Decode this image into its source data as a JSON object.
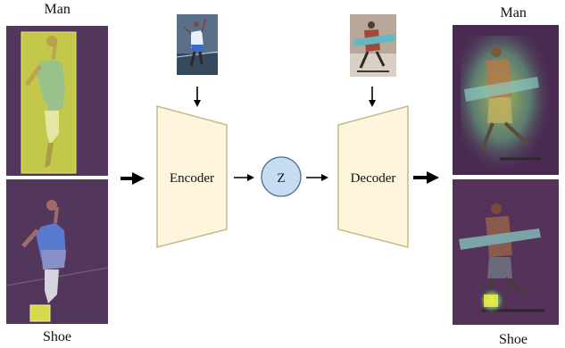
{
  "left_panel": {
    "top_label": "Man",
    "bottom_label": "Shoe"
  },
  "right_panel": {
    "top_label": "Man",
    "bottom_label": "Shoe"
  },
  "encoder": {
    "label": "Encoder"
  },
  "latent": {
    "label": "Z"
  },
  "decoder": {
    "label": "Decoder"
  },
  "colors": {
    "trapezoid_fill": "#fdf5dc",
    "trapezoid_stroke": "#c8b98a",
    "latent_fill": "#c6dcf3",
    "latent_stroke": "#4f6e93",
    "heat_hot": "#e6f04a",
    "heat_dark": "#3a1e3e",
    "arrow": "#000000"
  },
  "icons": {
    "encoder_input": "tennis-player-thumbnail",
    "decoder_input": "skateboarder-thumbnail"
  }
}
